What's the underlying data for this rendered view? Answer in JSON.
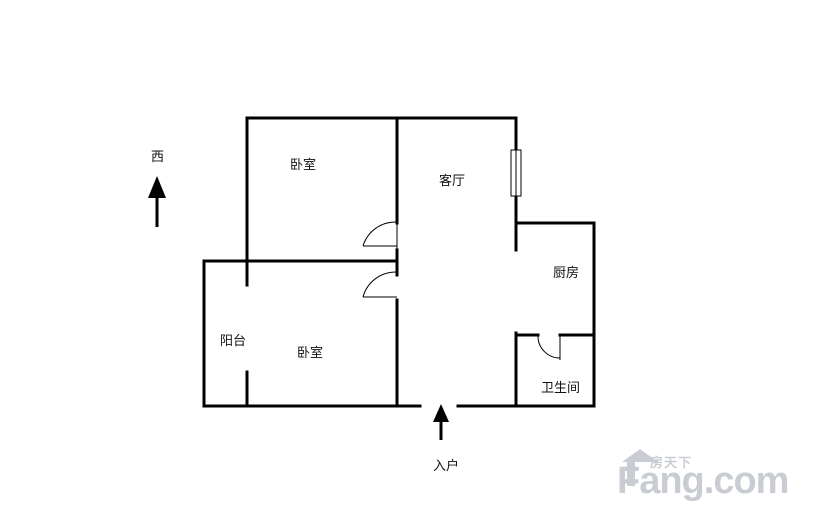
{
  "floorplan": {
    "compass_label": "西",
    "rooms": {
      "bedroom_north": "卧室",
      "living_room": "客厅",
      "kitchen": "厨房",
      "balcony": "阳台",
      "bedroom_south": "卧室",
      "bathroom": "卫生间"
    },
    "entrance_label": "入户"
  },
  "watermark": {
    "cn": "房天下",
    "en": "Fang.com"
  },
  "colors": {
    "wall": "#000000",
    "watermark": "#c9cdd3"
  },
  "icons": {
    "compass_arrow": "up-arrow-icon",
    "entrance_arrow": "up-arrow-icon"
  }
}
